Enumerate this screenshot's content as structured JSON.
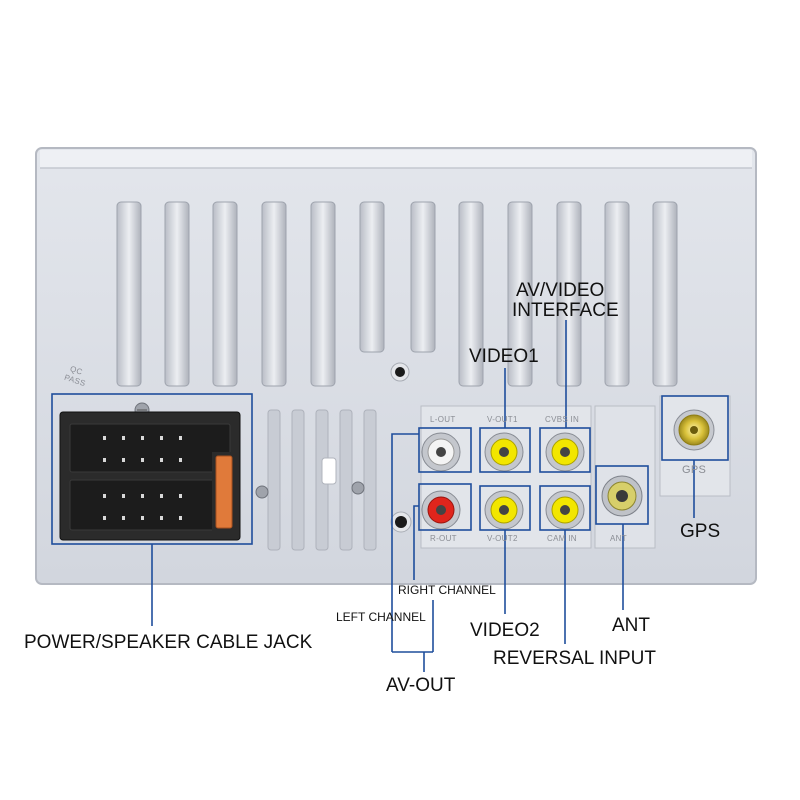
{
  "diagram": {
    "callouts": {
      "av_video_interface_line1": "AV/VIDEO",
      "av_video_interface_line2": "INTERFACE",
      "video1": "VIDEO1",
      "video2": "VIDEO2",
      "reversal_input": "REVERSAL INPUT",
      "right_channel": "RIGHT CHANNEL",
      "left_channel": "LEFT CHANNEL",
      "av_out": "AV-OUT",
      "power_speaker": "POWER/SPEAKER CABLE JACK",
      "ant": "ANT",
      "gps": "GPS"
    },
    "panel_text": {
      "qc_line1": "QC",
      "qc_line2": "PASS",
      "l_out": "L-OUT",
      "v_out1": "V-OUT1",
      "cvbs_in": "CVBS IN",
      "r_out": "R-OUT",
      "v_out2": "V-OUT2",
      "cam_in": "CAM IN",
      "ant": "ANT",
      "gps": "GPS"
    },
    "colors": {
      "callout_line": "#1f4e9c",
      "panel": "#d9dde4",
      "jack_yellow": "#f2e600",
      "jack_red": "#e0251c",
      "jack_white": "#f4f4f4",
      "connector_body": "#2b2b2b",
      "fuse": "#e07a3a"
    }
  }
}
